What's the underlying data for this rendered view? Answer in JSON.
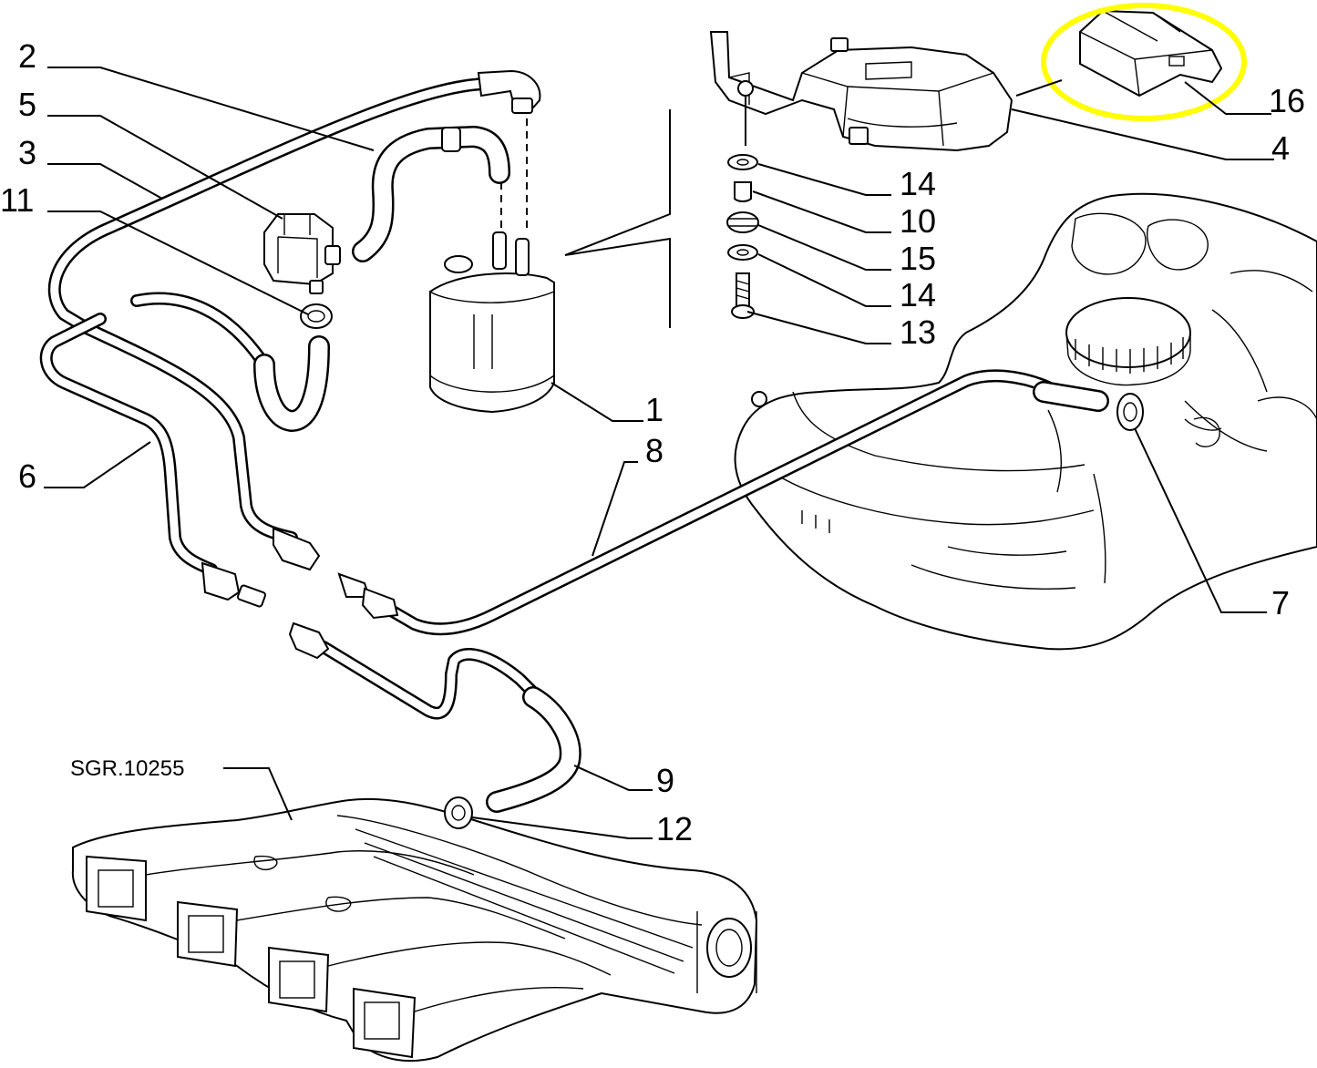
{
  "diagram": {
    "reference_code": "SGR.10255",
    "highlight_color": "#ffff00",
    "callouts": [
      {
        "id": "2",
        "text": "2"
      },
      {
        "id": "5",
        "text": "5"
      },
      {
        "id": "3",
        "text": "3"
      },
      {
        "id": "11",
        "text": "11"
      },
      {
        "id": "6",
        "text": "6"
      },
      {
        "id": "1",
        "text": "1"
      },
      {
        "id": "8",
        "text": "8"
      },
      {
        "id": "16",
        "text": "16"
      },
      {
        "id": "4",
        "text": "4"
      },
      {
        "id": "14a",
        "text": "14"
      },
      {
        "id": "10",
        "text": "10"
      },
      {
        "id": "15",
        "text": "15"
      },
      {
        "id": "14b",
        "text": "14"
      },
      {
        "id": "13",
        "text": "13"
      },
      {
        "id": "7",
        "text": "7"
      },
      {
        "id": "9",
        "text": "9"
      },
      {
        "id": "12",
        "text": "12"
      }
    ]
  }
}
